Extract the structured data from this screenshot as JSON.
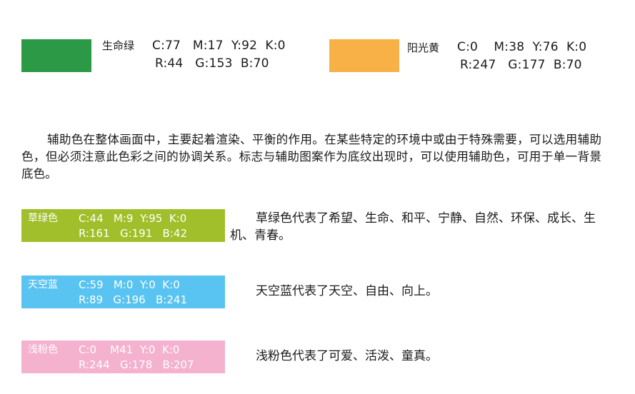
{
  "primary": {
    "green": {
      "name": "生命绿",
      "cmyk": "C:77   M:17  Y:92  K:0",
      "rgb": "R:44   G:153  B:70",
      "color": "#2c9946"
    },
    "yellow": {
      "name": "阳光黄",
      "cmyk": "C:0    M:38  Y:76  K:0",
      "rgb": "R:247   G:177  B:70",
      "color": "#f7b146"
    }
  },
  "paragraph": "辅助色在整体画面中，主要起着渲染、平衡的作用。在某些特定的环境中或由于特殊需要，可以选用辅助色，但必须注意此色彩之间的协调关系。标志与辅助图案作为底纹出现时，可以使用辅助色，可用于单一背景底色。",
  "secondary": {
    "grass": {
      "name": "草绿色",
      "cmyk": "C:44   M:9  Y:95  K:0",
      "rgb": "R:161   G:191   B:42",
      "color": "#a1bf2a",
      "description": "草绿色代表了希望、生命、和平、宁静、自然、环保、成长、生机、青春。"
    },
    "sky": {
      "name": "天空蓝",
      "cmyk": "C:59   M:0  Y:0  K:0",
      "rgb": "R:89   G:196   B:241",
      "color": "#59c4f1",
      "description": "天空蓝代表了天空、自由、向上。"
    },
    "pink": {
      "name": "浅粉色",
      "cmyk": "C:0    M41  Y:0  K:0",
      "rgb": "R:244   G:178   B:207",
      "color": "#f4b2cf",
      "description": "浅粉色代表了可爱、活泼、童真。"
    }
  }
}
